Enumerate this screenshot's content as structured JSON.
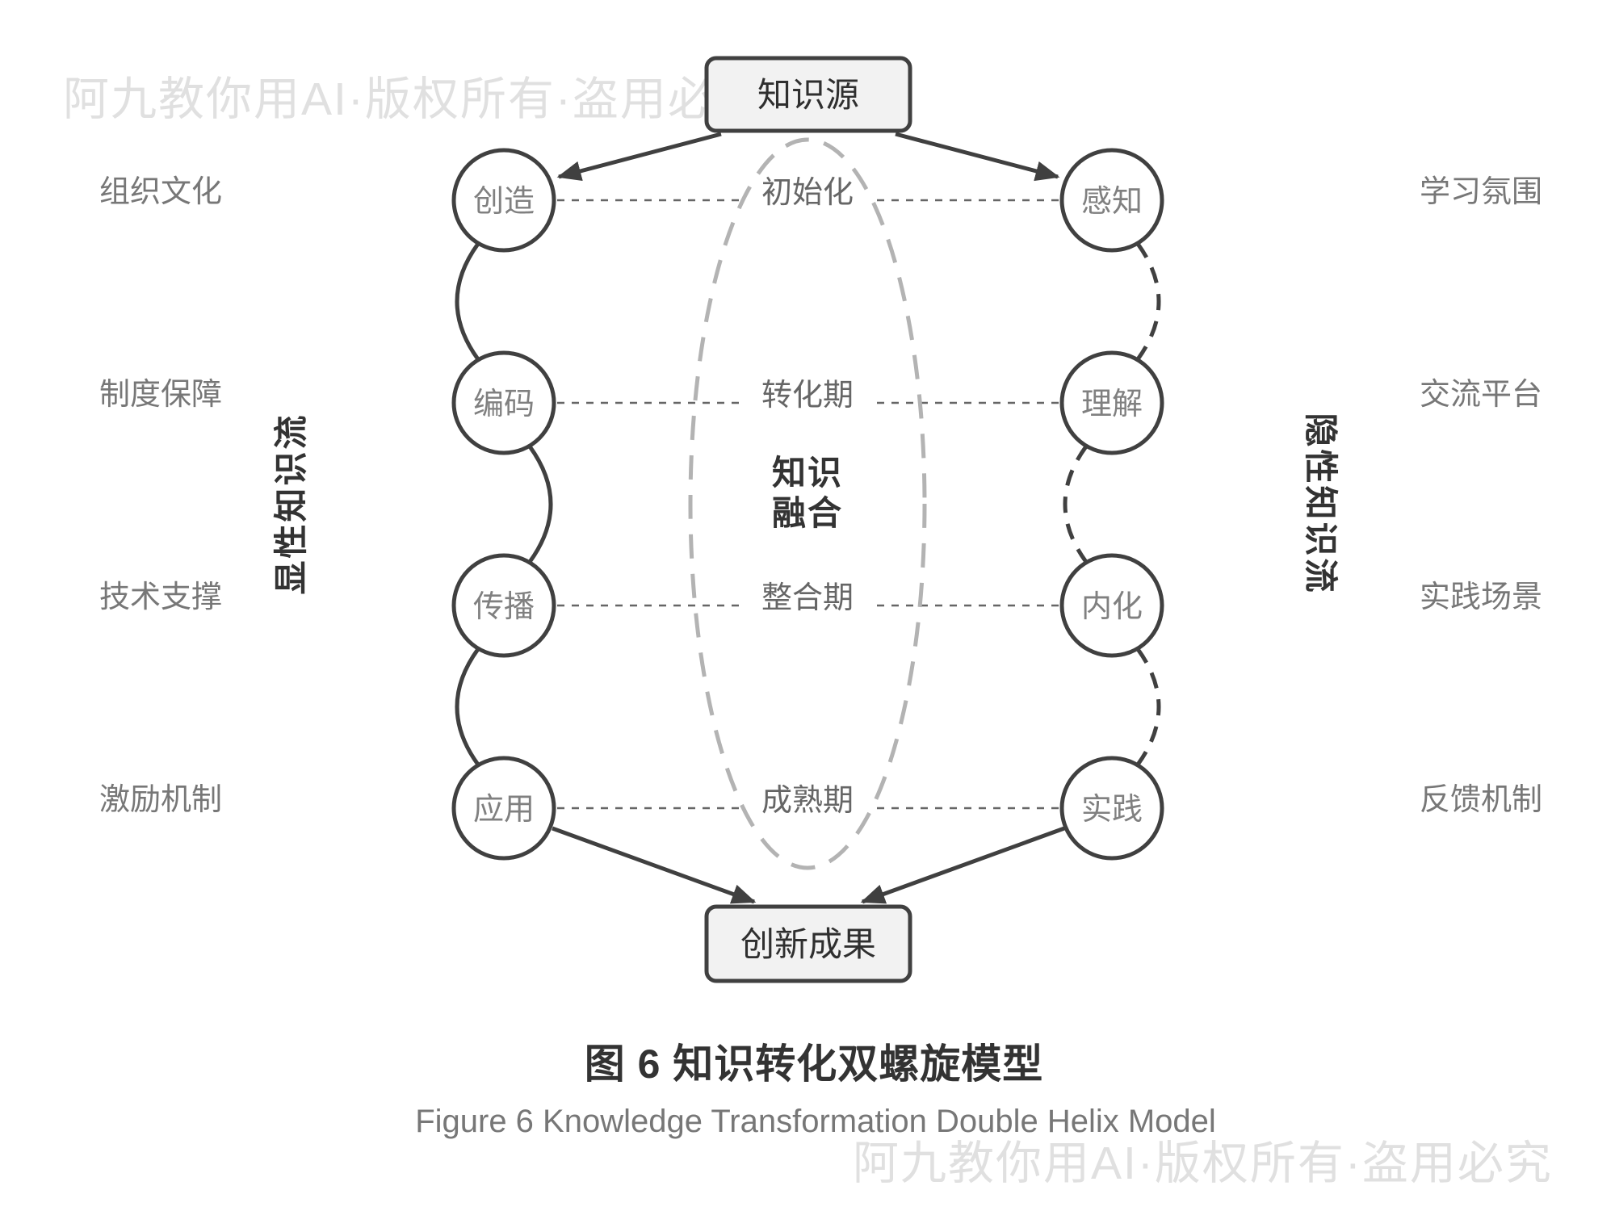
{
  "watermark": "阿九教你用AI·版权所有·盗用必究",
  "source_node": "知识源",
  "result_node": "创新成果",
  "center_label": {
    "line1": "知识",
    "line2": "融合"
  },
  "phases": [
    "初始化",
    "转化期",
    "整合期",
    "成熟期"
  ],
  "explicit_flow": {
    "axis_label": "显性知识流",
    "stages": [
      "创造",
      "编码",
      "传播",
      "应用"
    ],
    "factors": [
      "组织文化",
      "制度保障",
      "技术支撑",
      "激励机制"
    ]
  },
  "tacit_flow": {
    "axis_label": "隐性知识流",
    "stages": [
      "感知",
      "理解",
      "内化",
      "实践"
    ],
    "factors": [
      "学习氛围",
      "交流平台",
      "实践场景",
      "反馈机制"
    ]
  },
  "caption": {
    "zh": "图 6 知识转化双螺旋模型",
    "en": "Figure 6 Knowledge Transformation Double Helix Model"
  },
  "colors": {
    "stroke": "#404040",
    "node_fill": "#f2f2f2",
    "stage_text": "#808080",
    "guide_gray": "#666666",
    "ellipse_gray": "#b3b3b3",
    "watermark_gray": "#e0e0e0"
  }
}
